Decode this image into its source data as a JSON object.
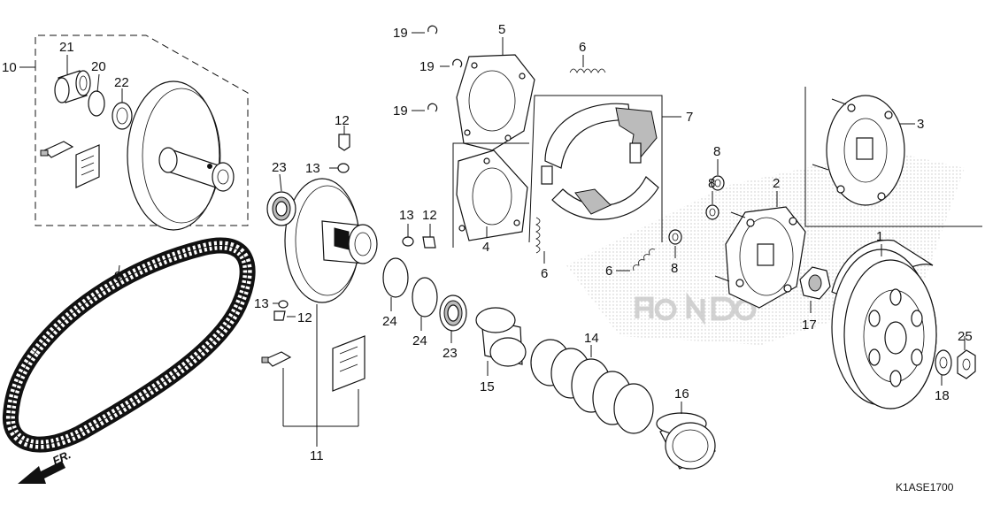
{
  "labels": {
    "p1": "1",
    "p2": "2",
    "p3": "3",
    "p4": "4",
    "p5": "5",
    "p6a": "6",
    "p6b": "6",
    "p6c": "6",
    "p7": "7",
    "p8a": "8",
    "p8b": "8",
    "p8c": "8",
    "p9": "9",
    "p10": "10",
    "p11": "11",
    "p12a": "12",
    "p12b": "12",
    "p12c": "12",
    "p13a": "13",
    "p13b": "13",
    "p13c": "13",
    "p14": "14",
    "p15": "15",
    "p16": "16",
    "p17": "17",
    "p18": "18",
    "p19a": "19",
    "p19b": "19",
    "p19c": "19",
    "p20": "20",
    "p21": "21",
    "p22": "22",
    "p23a": "23",
    "p23b": "23",
    "p24a": "24",
    "p24b": "24",
    "p25": "25"
  },
  "front_marker": "FR.",
  "diagram_code": "K1ASE1700",
  "colors": {
    "line": "#111111",
    "background": "#ffffff",
    "watermark": "#bfbfbf"
  }
}
